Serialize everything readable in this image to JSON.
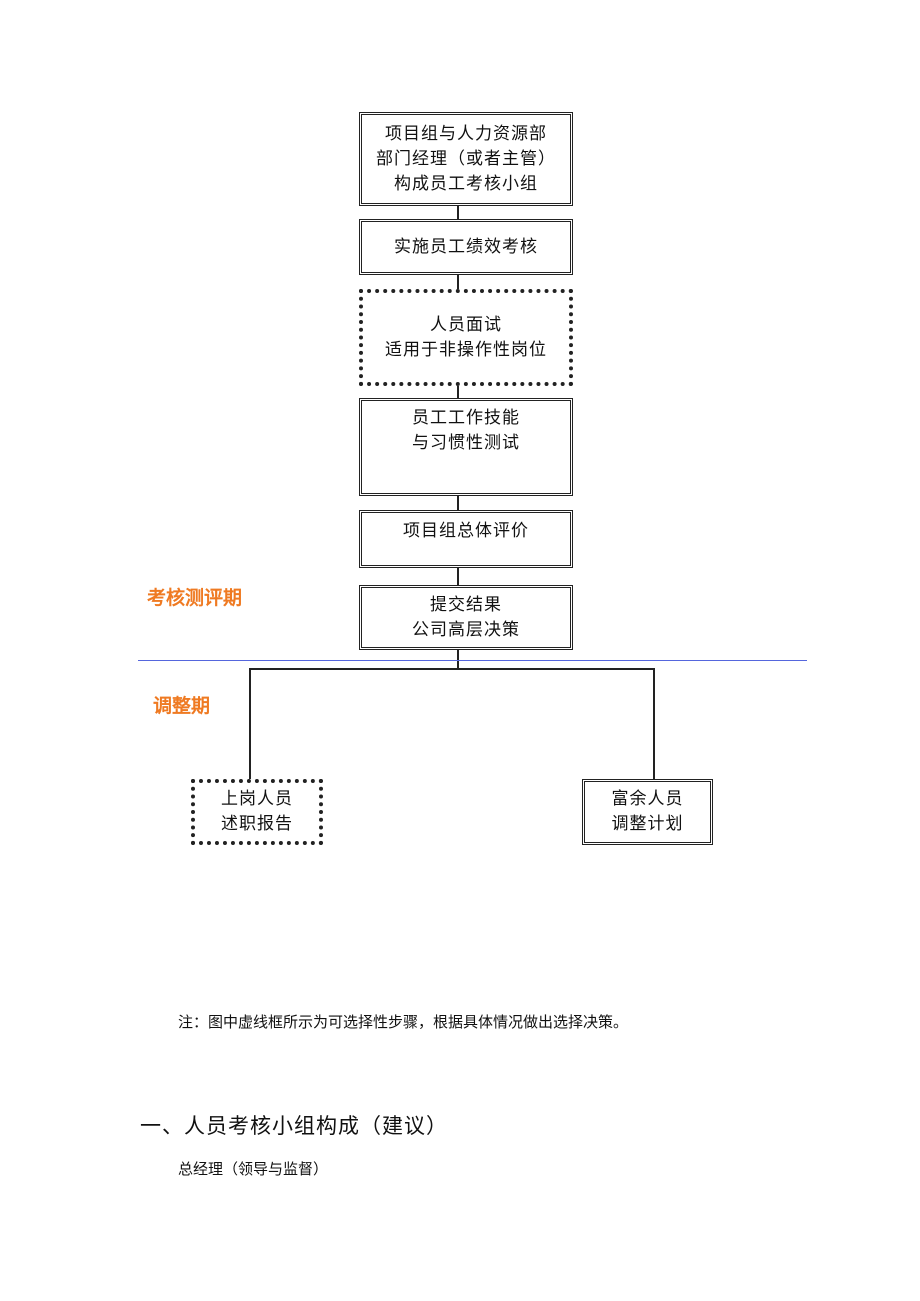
{
  "flow": {
    "step1": "项目组与人力资源部\n部门经理（或者主管）\n构成员工考核小组",
    "step2": "实施员工绩效考核",
    "step3": "人员面试\n适用于非操作性岗位",
    "step4": "员工工作技能\n与习惯性测试",
    "step5": "项目组总体评价",
    "step6": "提交结果\n公司高层决策",
    "left_branch": "上岗人员\n述职报告",
    "right_branch": "富余人员\n调整计划"
  },
  "phases": {
    "assessment": "考核测评期",
    "adjustment": "调整期"
  },
  "colors": {
    "phase_label": "#ef7a22",
    "divider": "#5566dd"
  },
  "note": "注：图中虚线框所示为可选择性步骤，根据具体情况做出选择决策。",
  "section": {
    "heading": "一、人员考核小组构成（建议）",
    "item": "总经理（领导与监督）"
  }
}
